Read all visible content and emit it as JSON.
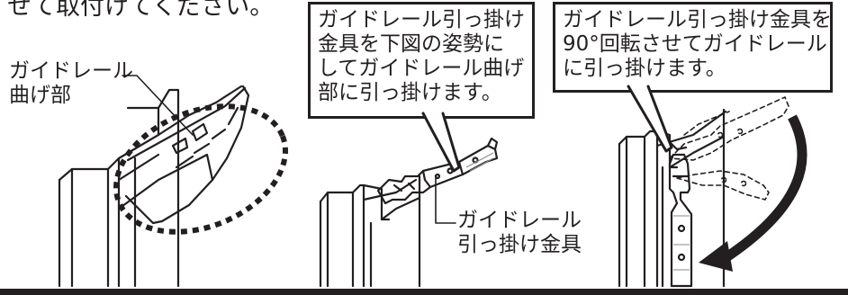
{
  "intro_text": "せて取付けてください。",
  "left_label": "ガイドレール\n曲げ部",
  "callout_middle": "ガイドレール引っ掛け\n金具を下図の姿勢に\nしてガイドレール曲げ\n部に引っ掛けます。",
  "callout_right": "ガイドレール引っ掛け金具を\n90°回転させてガイドレール\nに引っ掛けます。",
  "middle_label": "ガイドレール\n引っ掛け金具",
  "colors": {
    "ink": "#231f20",
    "paper": "#ffffff",
    "hatch": "#8a8a8a"
  }
}
